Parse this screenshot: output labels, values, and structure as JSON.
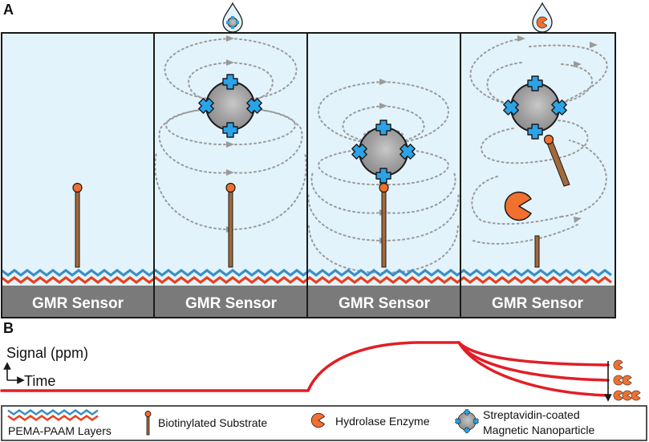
{
  "panel_a": {
    "letter": "A",
    "sensor_label": "GMR Sensor",
    "panels": [
      {
        "id": "baseline"
      },
      {
        "id": "nanoparticle-added"
      },
      {
        "id": "nanoparticle-bound"
      },
      {
        "id": "enzyme-cleavage"
      }
    ]
  },
  "panel_b": {
    "letter": "B",
    "y_axis_label": "Signal (ppm)",
    "x_axis_label": "Time"
  },
  "legend": {
    "items": [
      {
        "icon": "pema-paam-layers-icon",
        "label": "PEMA-PAAM Layers"
      },
      {
        "icon": "biotinylated-substrate-icon",
        "label": "Biotinylated Substrate"
      },
      {
        "icon": "hydrolase-enzyme-icon",
        "label": "Hydrolase Enzyme"
      },
      {
        "icon": "streptavidin-nanoparticle-icon",
        "label_line1": "Streptavidin-coated",
        "label_line2": "Magnetic Nanoparticle"
      }
    ]
  },
  "colors": {
    "panel_bg": "#e3f3fc",
    "sensor": "#7a7a7a",
    "substrate": "#a4693a",
    "biotin": "#f07030",
    "layer_red": "#e8401c",
    "layer_blue": "#3a8fc4",
    "streptavidin": "#2aa3e8",
    "particle": "#9a9a9a",
    "signal": "#e21e26"
  }
}
